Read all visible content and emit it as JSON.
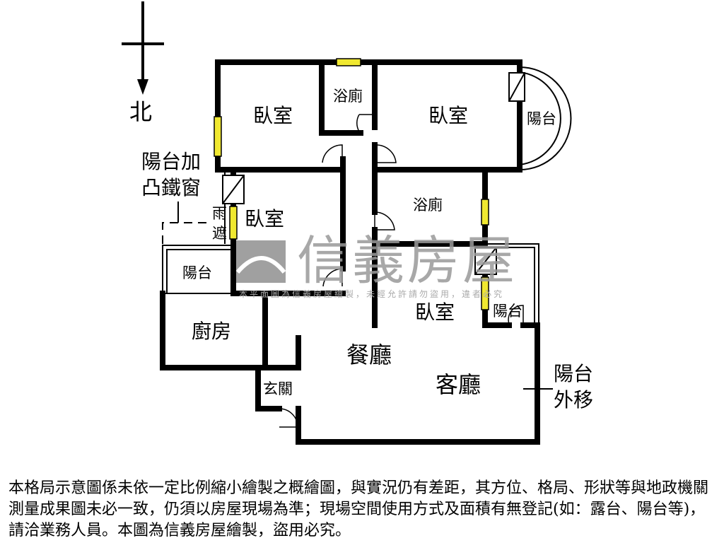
{
  "compass": {
    "north_label": "北"
  },
  "rooms": {
    "bedroom_1": "臥室",
    "bathroom_1": "浴廁",
    "bedroom_2": "臥室",
    "balcony_round": "陽台",
    "bedroom_3": "臥室",
    "bathroom_2": "浴廁",
    "bedroom_4": "臥室",
    "balcony_right": "陽台",
    "balcony_left": "陽台",
    "kitchen": "廚房",
    "dining": "餐廳",
    "living": "客廳",
    "entrance": "玄關"
  },
  "annotations": {
    "balcony_iron_window_1": "陽台加",
    "balcony_iron_window_2": "凸鐵窗",
    "awning_1": "雨",
    "awning_2": "遮",
    "balcony_moved_1": "陽台",
    "balcony_moved_2": "外移"
  },
  "watermark": {
    "brand": "信義房屋",
    "notice": "本平面圖為信義房屋繪製，未經允許請勿盜用，違者必究"
  },
  "colors": {
    "wall": "#000000",
    "window": "#f0e830",
    "watermark": "#9a9a9a"
  },
  "disclaimer": "本格局示意圖係未依一定比例縮小繪製之概繪圖，與實況仍有差距，其方位、格局、形狀等與地政機關測量成果圖未必一致，仍須以房屋現場為準；現場空間使用方式及面積有無登記(如：露台、陽台等)，請洽業務人員。本圖為信義房屋繪製，盜用必究。"
}
